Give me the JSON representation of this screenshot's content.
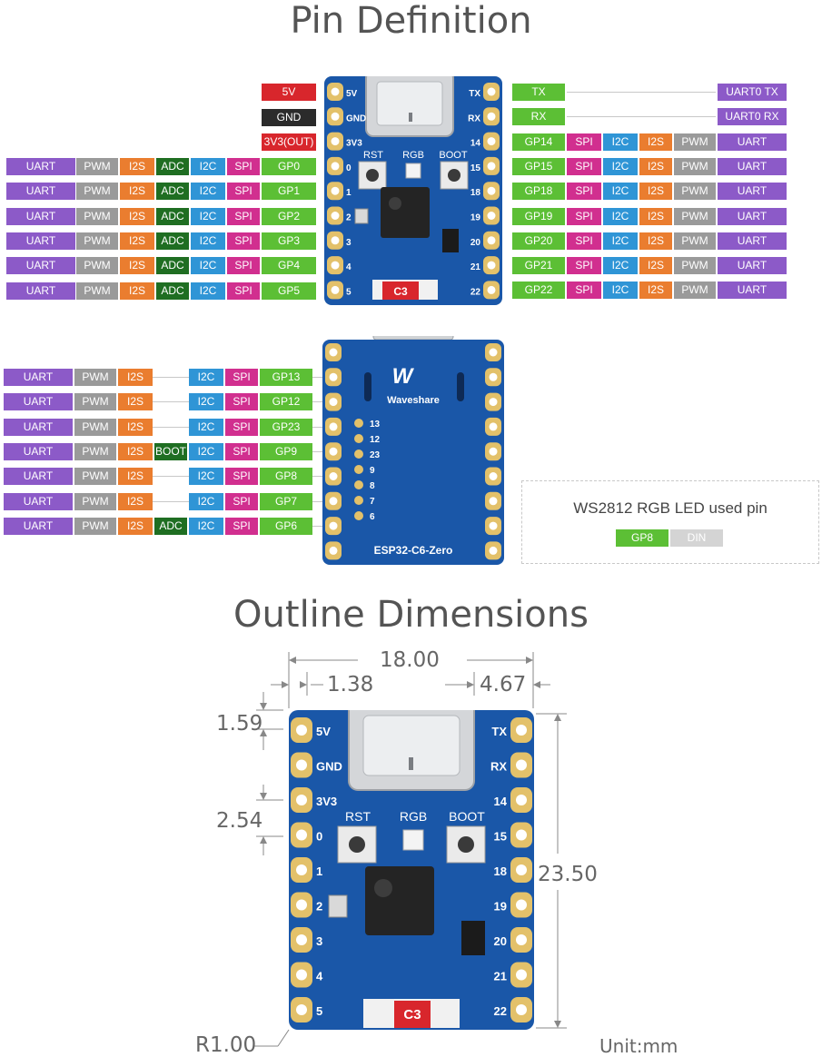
{
  "titles": {
    "pin_definition": "Pin Definition",
    "outline_dimensions": "Outline Dimensions"
  },
  "colors": {
    "red": "#d8262c",
    "black": "#2b2b2b",
    "uart": "#8c5ac8",
    "pwm": "#9a9a9a",
    "i2s": "#ea7d2f",
    "adc": "#1f6e22",
    "i2c": "#2f95d6",
    "spi": "#d12f8f",
    "gp": "#5cbf35",
    "board": "#1a57a8"
  },
  "top_left_power": [
    {
      "label": "5V",
      "color": "red"
    },
    {
      "label": "GND",
      "color": "black"
    },
    {
      "label": "3V3(OUT)",
      "color": "red"
    }
  ],
  "top_left_rows": [
    {
      "cells": [
        "UART",
        "PWM",
        "I2S",
        "ADC",
        "I2C",
        "SPI",
        "GP0"
      ]
    },
    {
      "cells": [
        "UART",
        "PWM",
        "I2S",
        "ADC",
        "I2C",
        "SPI",
        "GP1"
      ]
    },
    {
      "cells": [
        "UART",
        "PWM",
        "I2S",
        "ADC",
        "I2C",
        "SPI",
        "GP2"
      ]
    },
    {
      "cells": [
        "UART",
        "PWM",
        "I2S",
        "ADC",
        "I2C",
        "SPI",
        "GP3"
      ]
    },
    {
      "cells": [
        "UART",
        "PWM",
        "I2S",
        "ADC",
        "I2C",
        "SPI",
        "GP4"
      ]
    },
    {
      "cells": [
        "UART",
        "PWM",
        "I2S",
        "ADC",
        "I2C",
        "SPI",
        "GP5"
      ]
    }
  ],
  "top_right_rows": [
    {
      "gp": "TX",
      "func": "UART0 TX"
    },
    {
      "gp": "RX",
      "func": "UART0 RX"
    },
    {
      "cells": [
        "GP14",
        "SPI",
        "I2C",
        "I2S",
        "PWM",
        "UART"
      ]
    },
    {
      "cells": [
        "GP15",
        "SPI",
        "I2C",
        "I2S",
        "PWM",
        "UART"
      ]
    },
    {
      "cells": [
        "GP18",
        "SPI",
        "I2C",
        "I2S",
        "PWM",
        "UART"
      ]
    },
    {
      "cells": [
        "GP19",
        "SPI",
        "I2C",
        "I2S",
        "PWM",
        "UART"
      ]
    },
    {
      "cells": [
        "GP20",
        "SPI",
        "I2C",
        "I2S",
        "PWM",
        "UART"
      ]
    },
    {
      "cells": [
        "GP21",
        "SPI",
        "I2C",
        "I2S",
        "PWM",
        "UART"
      ]
    },
    {
      "cells": [
        "GP22",
        "SPI",
        "I2C",
        "I2S",
        "PWM",
        "UART"
      ]
    }
  ],
  "bottom_left_rows": [
    {
      "cells": [
        "UART",
        "PWM",
        "I2S",
        "",
        "I2C",
        "SPI",
        "GP13"
      ]
    },
    {
      "cells": [
        "UART",
        "PWM",
        "I2S",
        "",
        "I2C",
        "SPI",
        "GP12"
      ]
    },
    {
      "cells": [
        "UART",
        "PWM",
        "I2S",
        "",
        "I2C",
        "SPI",
        "GP23"
      ]
    },
    {
      "cells": [
        "UART",
        "PWM",
        "I2S",
        "BOOT",
        "I2C",
        "SPI",
        "GP9"
      ]
    },
    {
      "cells": [
        "UART",
        "PWM",
        "I2S",
        "",
        "I2C",
        "SPI",
        "GP8"
      ]
    },
    {
      "cells": [
        "UART",
        "PWM",
        "I2S",
        "",
        "I2C",
        "SPI",
        "GP7"
      ]
    },
    {
      "cells": [
        "UART",
        "PWM",
        "I2S",
        "ADC",
        "I2C",
        "SPI",
        "GP6"
      ]
    }
  ],
  "board_front": {
    "left_pins": [
      "5V",
      "GND",
      "3V3",
      "0",
      "1",
      "2",
      "3",
      "4",
      "5"
    ],
    "right_pins": [
      "TX",
      "RX",
      "14",
      "15",
      "18",
      "19",
      "20",
      "21",
      "22"
    ],
    "buttons": [
      "RST",
      "RGB",
      "BOOT"
    ],
    "chip_label": "C3"
  },
  "board_back": {
    "brand": "Waveshare",
    "model": "ESP32-C6-Zero",
    "pads": [
      "13",
      "12",
      "23",
      "9",
      "8",
      "7",
      "6"
    ]
  },
  "led_box": {
    "title": "WS2812 RGB LED used pin",
    "pin": "GP8",
    "signal": "DIN"
  },
  "dimensions": {
    "width": "18.00",
    "left_offset": "1.38",
    "right_offset": "4.67",
    "top_offset": "1.59",
    "pitch": "2.54",
    "height": "23.50",
    "radius": "R1.00",
    "unit": "Unit:mm"
  }
}
